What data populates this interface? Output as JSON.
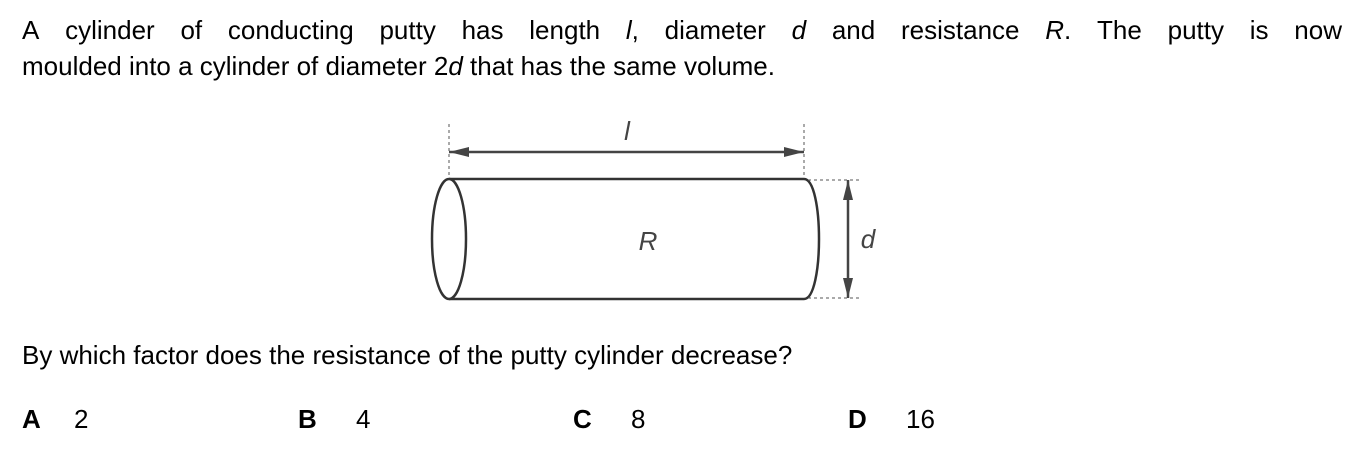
{
  "stem": {
    "line1": {
      "w1": "A",
      "w2": "cylinder",
      "w3": "of",
      "w4": "conducting",
      "w5": "putty",
      "w6": "has",
      "w7": "length",
      "var_l": "l",
      "w8": ",",
      "w9": "diameter",
      "var_d": "d",
      "w10": "and",
      "w11": "resistance",
      "var_R": "R",
      "w12": ".",
      "w13": "The",
      "w14": "putty",
      "w15": "is",
      "w16": "now"
    },
    "line2_a": "moulded into a cylinder of diameter 2",
    "line2_var": "d",
    "line2_b": " that has the same volume."
  },
  "diagram": {
    "length_label": "l",
    "resistance_label": "R",
    "diameter_label": "d"
  },
  "question": "By which factor does the resistance of the putty cylinder decrease?",
  "options": [
    {
      "letter": "A",
      "value": "2"
    },
    {
      "letter": "B",
      "value": "4"
    },
    {
      "letter": "C",
      "value": "8"
    },
    {
      "letter": "D",
      "value": "16"
    }
  ]
}
